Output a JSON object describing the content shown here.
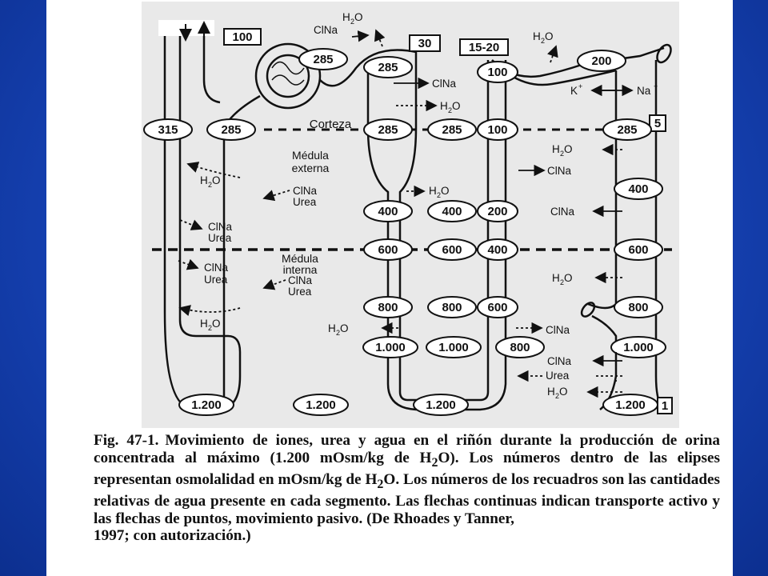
{
  "figure": {
    "labels": {
      "corteza": "Corteza",
      "medula_externa_1": "Médula",
      "medula_externa_2": "externa",
      "medula_interna_1": "Médula",
      "medula_interna_2": "interna",
      "clna": "ClNa",
      "urea": "Urea",
      "h2o_main": "H",
      "h2o_sub": "2",
      "h2o_tail": "O",
      "k_plus": "K",
      "na_plus": "Na",
      "plus": "+"
    },
    "boxes": {
      "b100": "100",
      "b30": "30",
      "b15_20": "15-20",
      "b5": "5",
      "b1": "1"
    },
    "ellipses": {
      "glom_285": "285",
      "prox_285": "285",
      "dist_200": "200",
      "loop_top_100": "100",
      "r1": [
        "315",
        "285",
        "285",
        "285",
        "100",
        "285"
      ],
      "r2": [
        "400",
        "400",
        "200"
      ],
      "r2_cd": "400",
      "r3": [
        "600",
        "600",
        "400",
        "600"
      ],
      "r4": [
        "800",
        "800",
        "600",
        "800"
      ],
      "r5": [
        "1.000",
        "1.000",
        "800",
        "1.000"
      ],
      "r6": [
        "1.200",
        "1.200",
        "1.200",
        "1.200"
      ]
    }
  },
  "caption": {
    "fig_label": "Fig. 47-1.",
    "text_a": "Movimiento de iones, urea y agua en el riñón durante la producción de orina concentrada al máximo (1.200 mOsm/kg de H",
    "sub1": "2",
    "text_b": "O). Los números dentro de las elipses representan osmolalidad en mOsm/kg de H",
    "sub2": "2",
    "text_c": "O. Los números de los recuadros son las cantidades relativas de agua presente en cada segmento. Las flechas continuas indican transporte activo y las flechas de puntos, movimiento pasivo. (De Rhoades y Tanner,",
    "last_line": "1997; con autorización.)"
  }
}
